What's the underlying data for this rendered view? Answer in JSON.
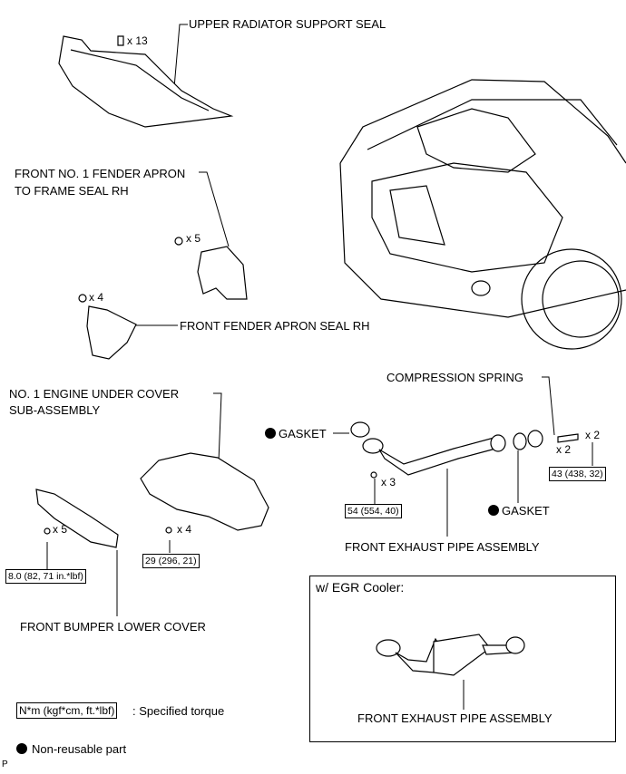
{
  "labels": {
    "upper_radiator_support_seal": "UPPER RADIATOR SUPPORT SEAL",
    "x13": "x 13",
    "fender_apron_frame_seal_line1": "FRONT NO. 1 FENDER APRON",
    "fender_apron_frame_seal_line2": "TO FRAME SEAL RH",
    "x5_fender": "x 5",
    "x4_apron": "x 4",
    "front_fender_apron_seal": "FRONT FENDER APRON SEAL RH",
    "engine_under_cover_line1": "NO. 1 ENGINE UNDER COVER",
    "engine_under_cover_line2": "SUB-ASSEMBLY",
    "x5_bumper": "x 5",
    "x4_cover": "x 4",
    "front_bumper_lower_cover": "FRONT BUMPER LOWER COVER",
    "gasket_left": "GASKET",
    "gasket_right": "GASKET",
    "x3": "x 3",
    "compression_spring": "COMPRESSION SPRING",
    "x2_a": "x 2",
    "x2_b": "x 2",
    "front_exhaust_pipe": "FRONT EXHAUST PIPE ASSEMBLY",
    "egr_title": "w/ EGR Cooler:",
    "egr_pipe": "FRONT EXHAUST PIPE ASSEMBLY"
  },
  "torques": {
    "bumper": "8.0 (82, 71 in.*lbf)",
    "cover": "29 (296, 21)",
    "pipe_flange": "54 (554, 40)",
    "spring_bolt": "43 (438, 32)"
  },
  "legend": {
    "torque_box": "N*m (kgf*cm, ft.*lbf)",
    "torque_text": ": Specified torque",
    "nonreusable_text": "Non-reusable part"
  },
  "footer_code": "P"
}
